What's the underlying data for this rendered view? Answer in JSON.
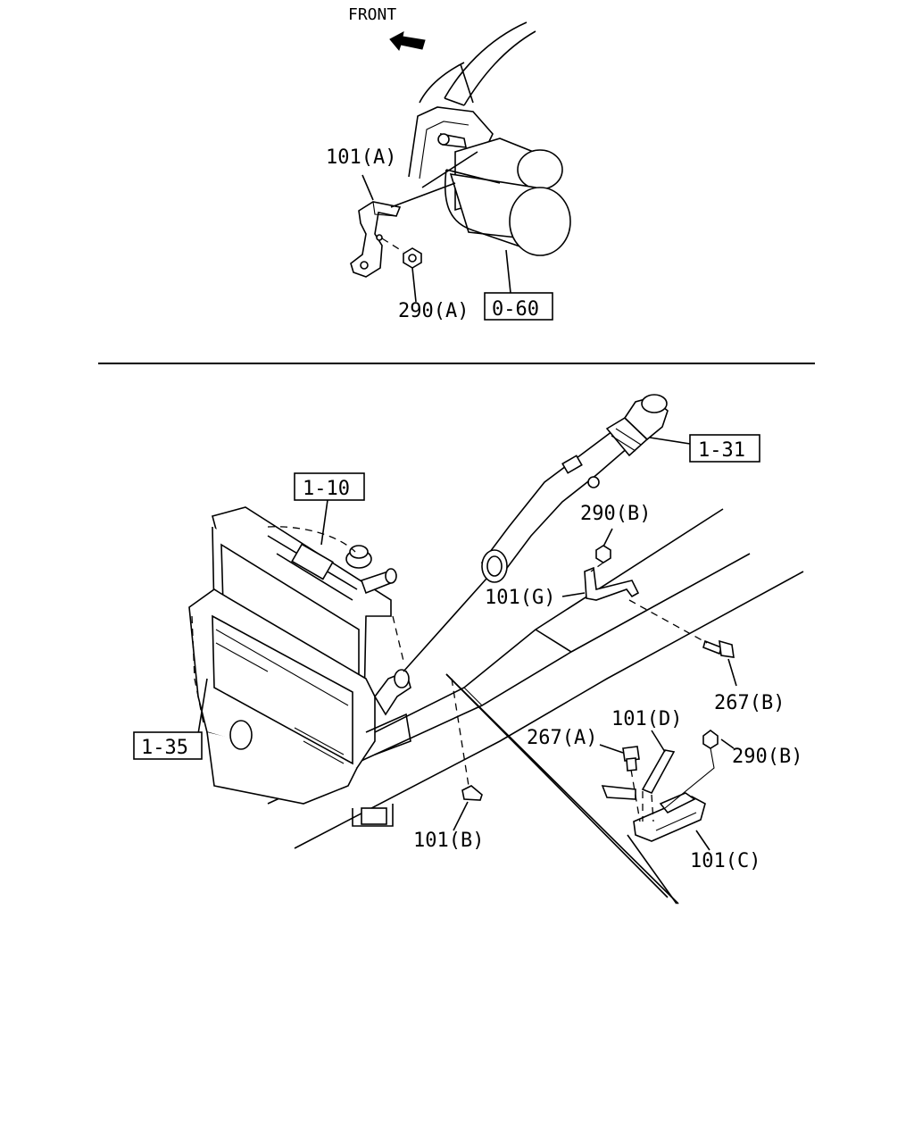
{
  "top_view": {
    "direction_label": "FRONT",
    "labels": {
      "bracket_a": "101(A)",
      "nut_a": "290(A)",
      "ref_box": "0-60"
    }
  },
  "bottom_view": {
    "ref_boxes": {
      "radiator": "1-10",
      "intercooler": "1-35",
      "hose": "1-31"
    },
    "labels": {
      "nut_b_upper": "290(B)",
      "bracket_g": "101(G)",
      "bolt_b": "267(B)",
      "bracket_d": "101(D)",
      "bolt_a": "267(A)",
      "nut_b_lower": "290(B)",
      "bracket_b": "101(B)",
      "bracket_c": "101(C)"
    }
  }
}
